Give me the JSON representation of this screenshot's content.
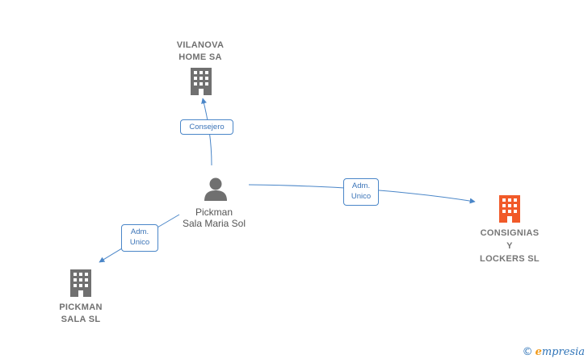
{
  "nodes": {
    "vilanova": {
      "label": "VILANOVA\nHOME SA",
      "icon": "building-icon",
      "color": "#707070"
    },
    "person": {
      "label": "Pickman\nSala Maria Sol",
      "icon": "person-icon",
      "color": "#707070"
    },
    "consignias": {
      "label": "CONSIGNIAS\nY\nLOCKERS SL",
      "icon": "building-icon",
      "color": "#f15a29"
    },
    "pickman": {
      "label": "PICKMAN\nSALA SL",
      "icon": "building-icon",
      "color": "#707070"
    }
  },
  "edges": {
    "consejero": {
      "label": "Consejero"
    },
    "adm_consignias": {
      "label": "Adm.\nUnico"
    },
    "adm_pickman": {
      "label": "Adm.\nUnico"
    }
  },
  "colors": {
    "edge": "#4a86c8"
  },
  "logo": {
    "symbol": "©",
    "initial": "e",
    "text": "mpresia"
  }
}
